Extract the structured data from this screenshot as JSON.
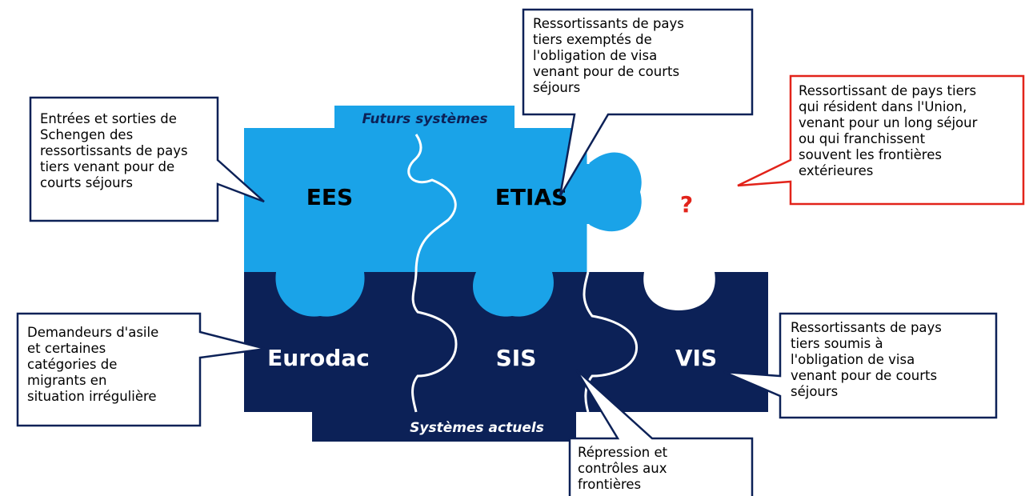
{
  "colors": {
    "light_blue": "#1aa3e8",
    "dark_blue": "#0c2157",
    "callout_border": "#0c2157",
    "unknown_accent": "#e2231a",
    "white": "#ffffff"
  },
  "bands": {
    "future_label": "Futurs systèmes",
    "current_label": "Systèmes actuels"
  },
  "pieces": {
    "ees": "EES",
    "etias": "ETIAS",
    "unknown": "?",
    "eurodac": "Eurodac",
    "sis": "SIS",
    "vis": "VIS"
  },
  "callouts": {
    "ees": "Entrées et sorties de\nSchengen des\nressortissants de pays\ntiers venant pour de\ncourts séjours",
    "etias": "Ressortissants de pays\ntiers exemptés de\nl'obligation de visa\nvenant pour de courts\nséjours",
    "unknown": "Ressortissant de pays tiers\nqui résident dans l'Union,\nvenant pour un long séjour\nou qui franchissent\nsouvent les frontières\nextérieures",
    "eurodac": "Demandeurs d'asile\net certaines\ncatégories de\nmigrants en\nsituation irrégulière",
    "vis": "Ressortissants de pays\ntiers soumis à\nl'obligation de visa\nvenant pour de courts\nséjours",
    "sis": "Répression et\ncontrôles aux\nfrontières"
  }
}
